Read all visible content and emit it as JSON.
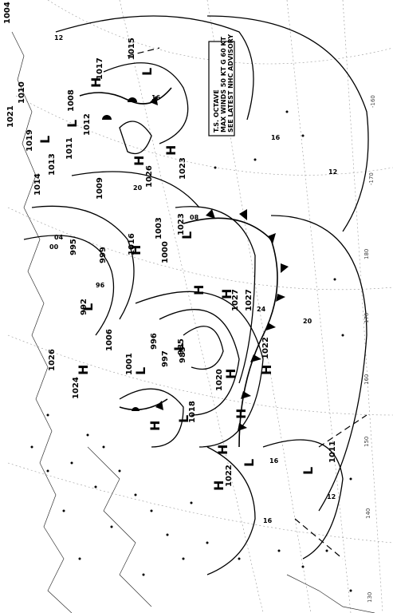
{
  "map": {
    "pressure_labels": [
      "1004",
      "1015",
      "1017",
      "1008",
      "1012",
      "1013",
      "1014",
      "1011",
      "1009",
      "1019",
      "1021",
      "1016",
      "1000",
      "1003",
      "999",
      "995",
      "996",
      "997",
      "992",
      "1026",
      "1027",
      "1022",
      "1023",
      "1020",
      "1024",
      "1001",
      "985",
      "1006",
      "1010",
      "1018"
    ],
    "highs": [
      "H",
      "H",
      "H",
      "H",
      "H",
      "H",
      "H",
      "H",
      "H",
      "H",
      "H",
      "H",
      "H"
    ],
    "lows": [
      "L",
      "L",
      "L",
      "L",
      "L",
      "L",
      "L",
      "L",
      "L",
      "L"
    ],
    "contour_labels": [
      "12",
      "16",
      "20",
      "24",
      "08",
      "04",
      "00",
      "96"
    ],
    "longitudes": [
      "-160",
      "-170",
      "180",
      "170",
      "160",
      "150",
      "140",
      "130"
    ],
    "advisory": {
      "line1": "T.S. OCTAVE",
      "line2": "MAX WINDS 50 KT G 60 KT",
      "line3": "SEE LATEST NHC ADVISORY"
    },
    "isobar_values": {
      "high_center_a": "1023",
      "high_center_b": "1026",
      "high_center_c": "1027",
      "high_center_d": "1022",
      "low_center_a": "1011",
      "low_center_b": "985"
    }
  }
}
